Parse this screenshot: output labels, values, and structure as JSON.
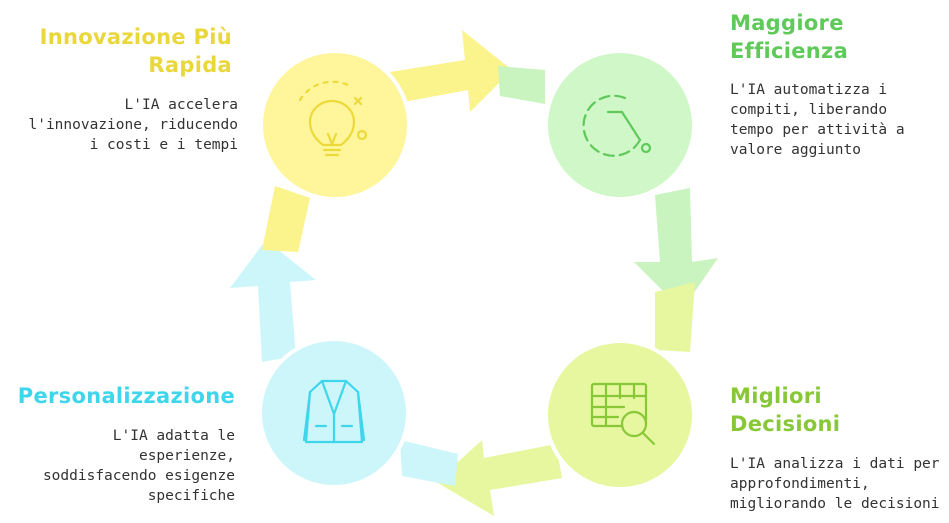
{
  "colors": {
    "yellow": "#f2e25a",
    "yellow_fill": "#fff59b",
    "green": "#66cc66",
    "green_fill": "#d0f7c8",
    "lime": "#9ed24a",
    "lime_fill": "#e6f7a0",
    "cyan": "#3fd6ec",
    "cyan_fill": "#cdf6fb",
    "text": "#333333"
  },
  "nodes": {
    "innovation": {
      "title_lines": [
        "Innovazione Più",
        "Rapida"
      ],
      "desc_lines": [
        "L'IA accelera",
        "l'innovazione, riducendo",
        "i costi e i tempi"
      ],
      "icon": "lightbulb-icon"
    },
    "efficiency": {
      "title_lines": [
        "Maggiore",
        "Efficienza"
      ],
      "desc_lines": [
        "L'IA automatizza i",
        "compiti, liberando",
        "tempo per attività a",
        "valore aggiunto"
      ],
      "icon": "timer-icon"
    },
    "decisions": {
      "title_lines": [
        "Migliori",
        "Decisioni"
      ],
      "desc_lines": [
        "L'IA analizza i dati per",
        "approfondimenti,",
        "migliorando le decisioni"
      ],
      "icon": "table-search-icon"
    },
    "personalization": {
      "title_lines": [
        "Personalizzazione"
      ],
      "desc_lines": [
        "L'IA adatta le",
        "esperienze,",
        "soddisfacendo esigenze",
        "specifiche"
      ],
      "icon": "jacket-icon"
    }
  }
}
